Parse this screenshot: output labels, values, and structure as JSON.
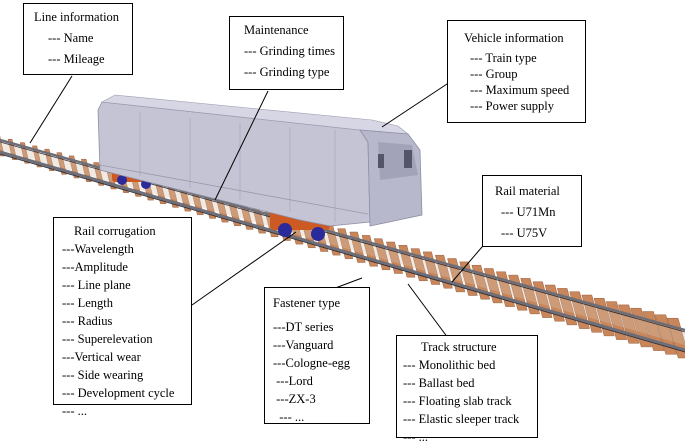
{
  "colors": {
    "sleeper": "#c8865a",
    "sleeper_dark": "#9b6140",
    "rail": "#6e6e78",
    "ballast": "#b89a7e",
    "train_body": "#c4c4d4",
    "train_shadow": "#8f8fa6",
    "bogie": "#cc5a22",
    "wheel": "#2a2a9a"
  },
  "boxes": {
    "line": {
      "title": "Line information",
      "items": [
        "--- Name",
        "--- Mileage"
      ]
    },
    "maintenance": {
      "title": "Maintenance",
      "items": [
        "--- Grinding times",
        "--- Grinding type"
      ]
    },
    "vehicle": {
      "title": "Vehicle information",
      "items": [
        "--- Train type",
        "--- Group",
        "--- Maximum speed",
        "--- Power supply"
      ]
    },
    "rail_material": {
      "title": "Rail material",
      "items": [
        "--- U71Mn",
        "--- U75V"
      ]
    },
    "corrugation": {
      "title": "Rail corrugation",
      "items": [
        "---Wavelength",
        "---Amplitude",
        "--- Line plane",
        "--- Length",
        "--- Radius",
        "--- Superelevation",
        "---Vertical wear",
        "--- Side wearing",
        "--- Development cycle",
        "--- ..."
      ]
    },
    "fastener": {
      "title": "Fastener type",
      "items": [
        "---DT  series",
        "---Vanguard",
        "---Cologne-egg",
        " ---Lord",
        " ---ZX-3",
        "  --- ..."
      ]
    },
    "track": {
      "title": "Track  structure",
      "items": [
        "--- Monolithic bed",
        "--- Ballast bed",
        "--- Floating slab track",
        "--- Elastic sleeper track",
        "--- ..."
      ]
    }
  }
}
